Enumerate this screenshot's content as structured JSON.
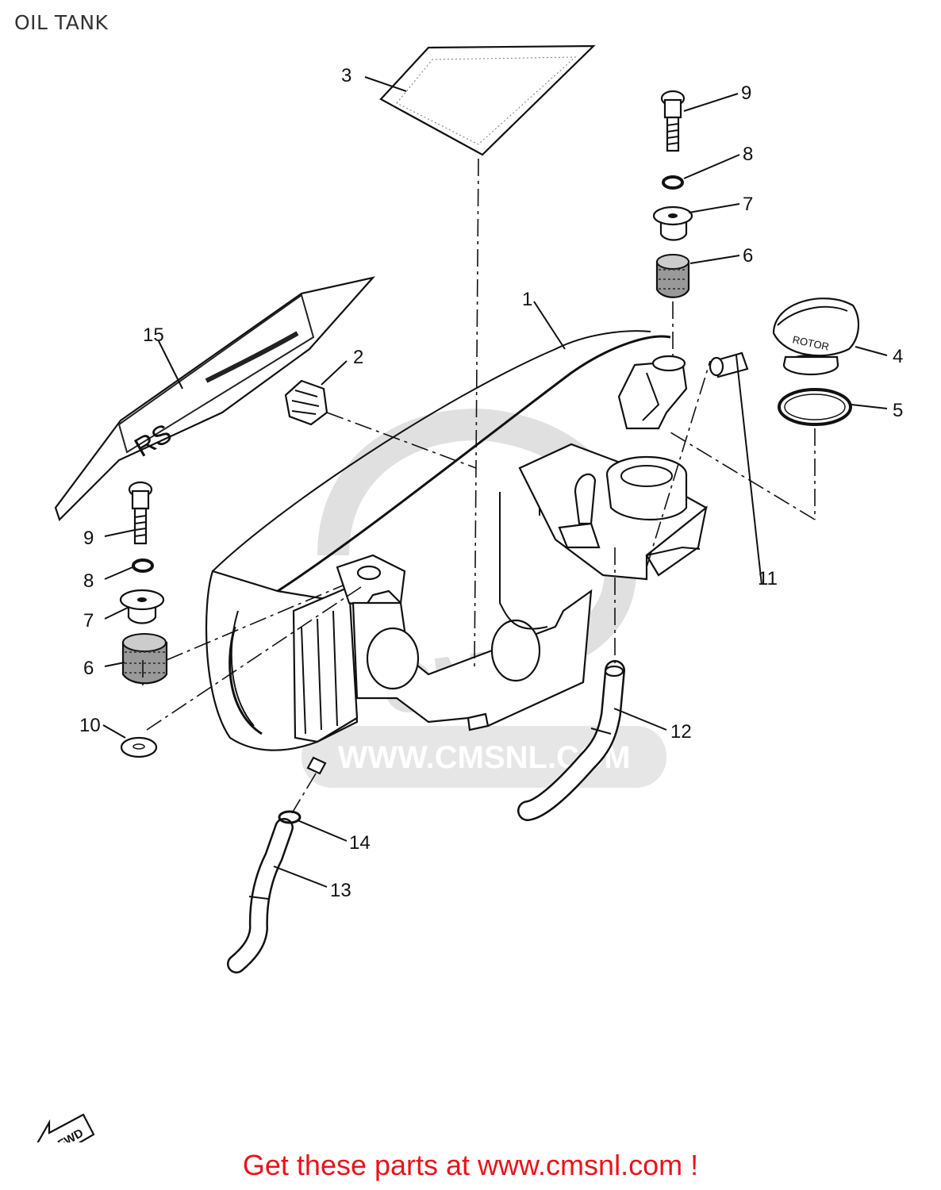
{
  "title": "OIL TANK",
  "footer_text": "Get these parts at www.cmsnl.com !",
  "watermark": {
    "text": "WWW.CMSNL.COM",
    "logo": "CMS"
  },
  "fwd_label": "FWD",
  "decal_text": "RS",
  "cap_text": "ROTOR",
  "callouts": [
    {
      "id": "c1",
      "label": "1"
    },
    {
      "id": "c2",
      "label": "2"
    },
    {
      "id": "c3",
      "label": "3"
    },
    {
      "id": "c4",
      "label": "4"
    },
    {
      "id": "c5",
      "label": "5"
    },
    {
      "id": "c6a",
      "label": "6"
    },
    {
      "id": "c6b",
      "label": "6"
    },
    {
      "id": "c7a",
      "label": "7"
    },
    {
      "id": "c7b",
      "label": "7"
    },
    {
      "id": "c8a",
      "label": "8"
    },
    {
      "id": "c8b",
      "label": "8"
    },
    {
      "id": "c9a",
      "label": "9"
    },
    {
      "id": "c9b",
      "label": "9"
    },
    {
      "id": "c10",
      "label": "10"
    },
    {
      "id": "c11",
      "label": "11"
    },
    {
      "id": "c12",
      "label": "12"
    },
    {
      "id": "c13",
      "label": "13"
    },
    {
      "id": "c14",
      "label": "14"
    },
    {
      "id": "c15",
      "label": "15"
    }
  ],
  "colors": {
    "footer": "#e8141b",
    "line": "#111111",
    "watermark": "#dcdcdc",
    "title": "#333333"
  }
}
